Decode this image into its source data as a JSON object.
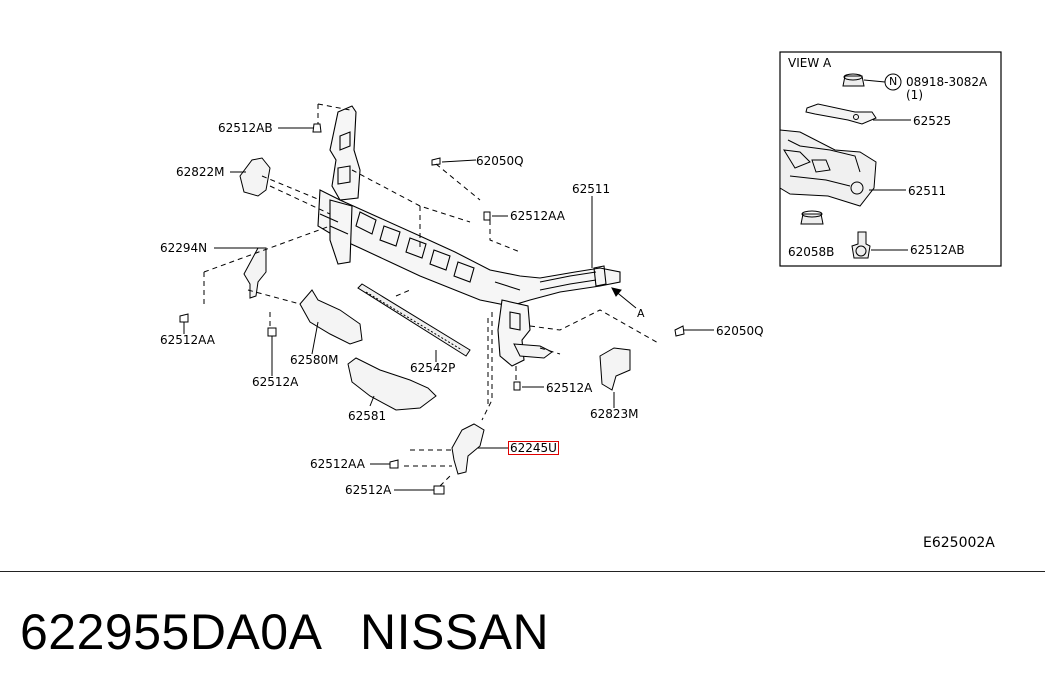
{
  "diagram": {
    "view_box_title": "VIEW A",
    "view_labels": [
      "08918-3082A",
      "(1)",
      "62525",
      "62511",
      "62058B",
      "62512AB"
    ],
    "nut_symbol": "N",
    "labels": [
      "62512AB",
      "62822M",
      "62294N",
      "62512AA",
      "62512A",
      "62580M",
      "62581",
      "62542P",
      "62050Q",
      "62512AA",
      "62511",
      "62050Q",
      "62512A",
      "62823M",
      "62245U",
      "62512AA",
      "62512A"
    ],
    "arrow_label": "A",
    "highlighted_part": "62245U",
    "highlight_color": "#e00000",
    "diagram_code": "E625002A"
  },
  "footer": {
    "part_number": "622955DA0A",
    "brand": "NISSAN"
  }
}
